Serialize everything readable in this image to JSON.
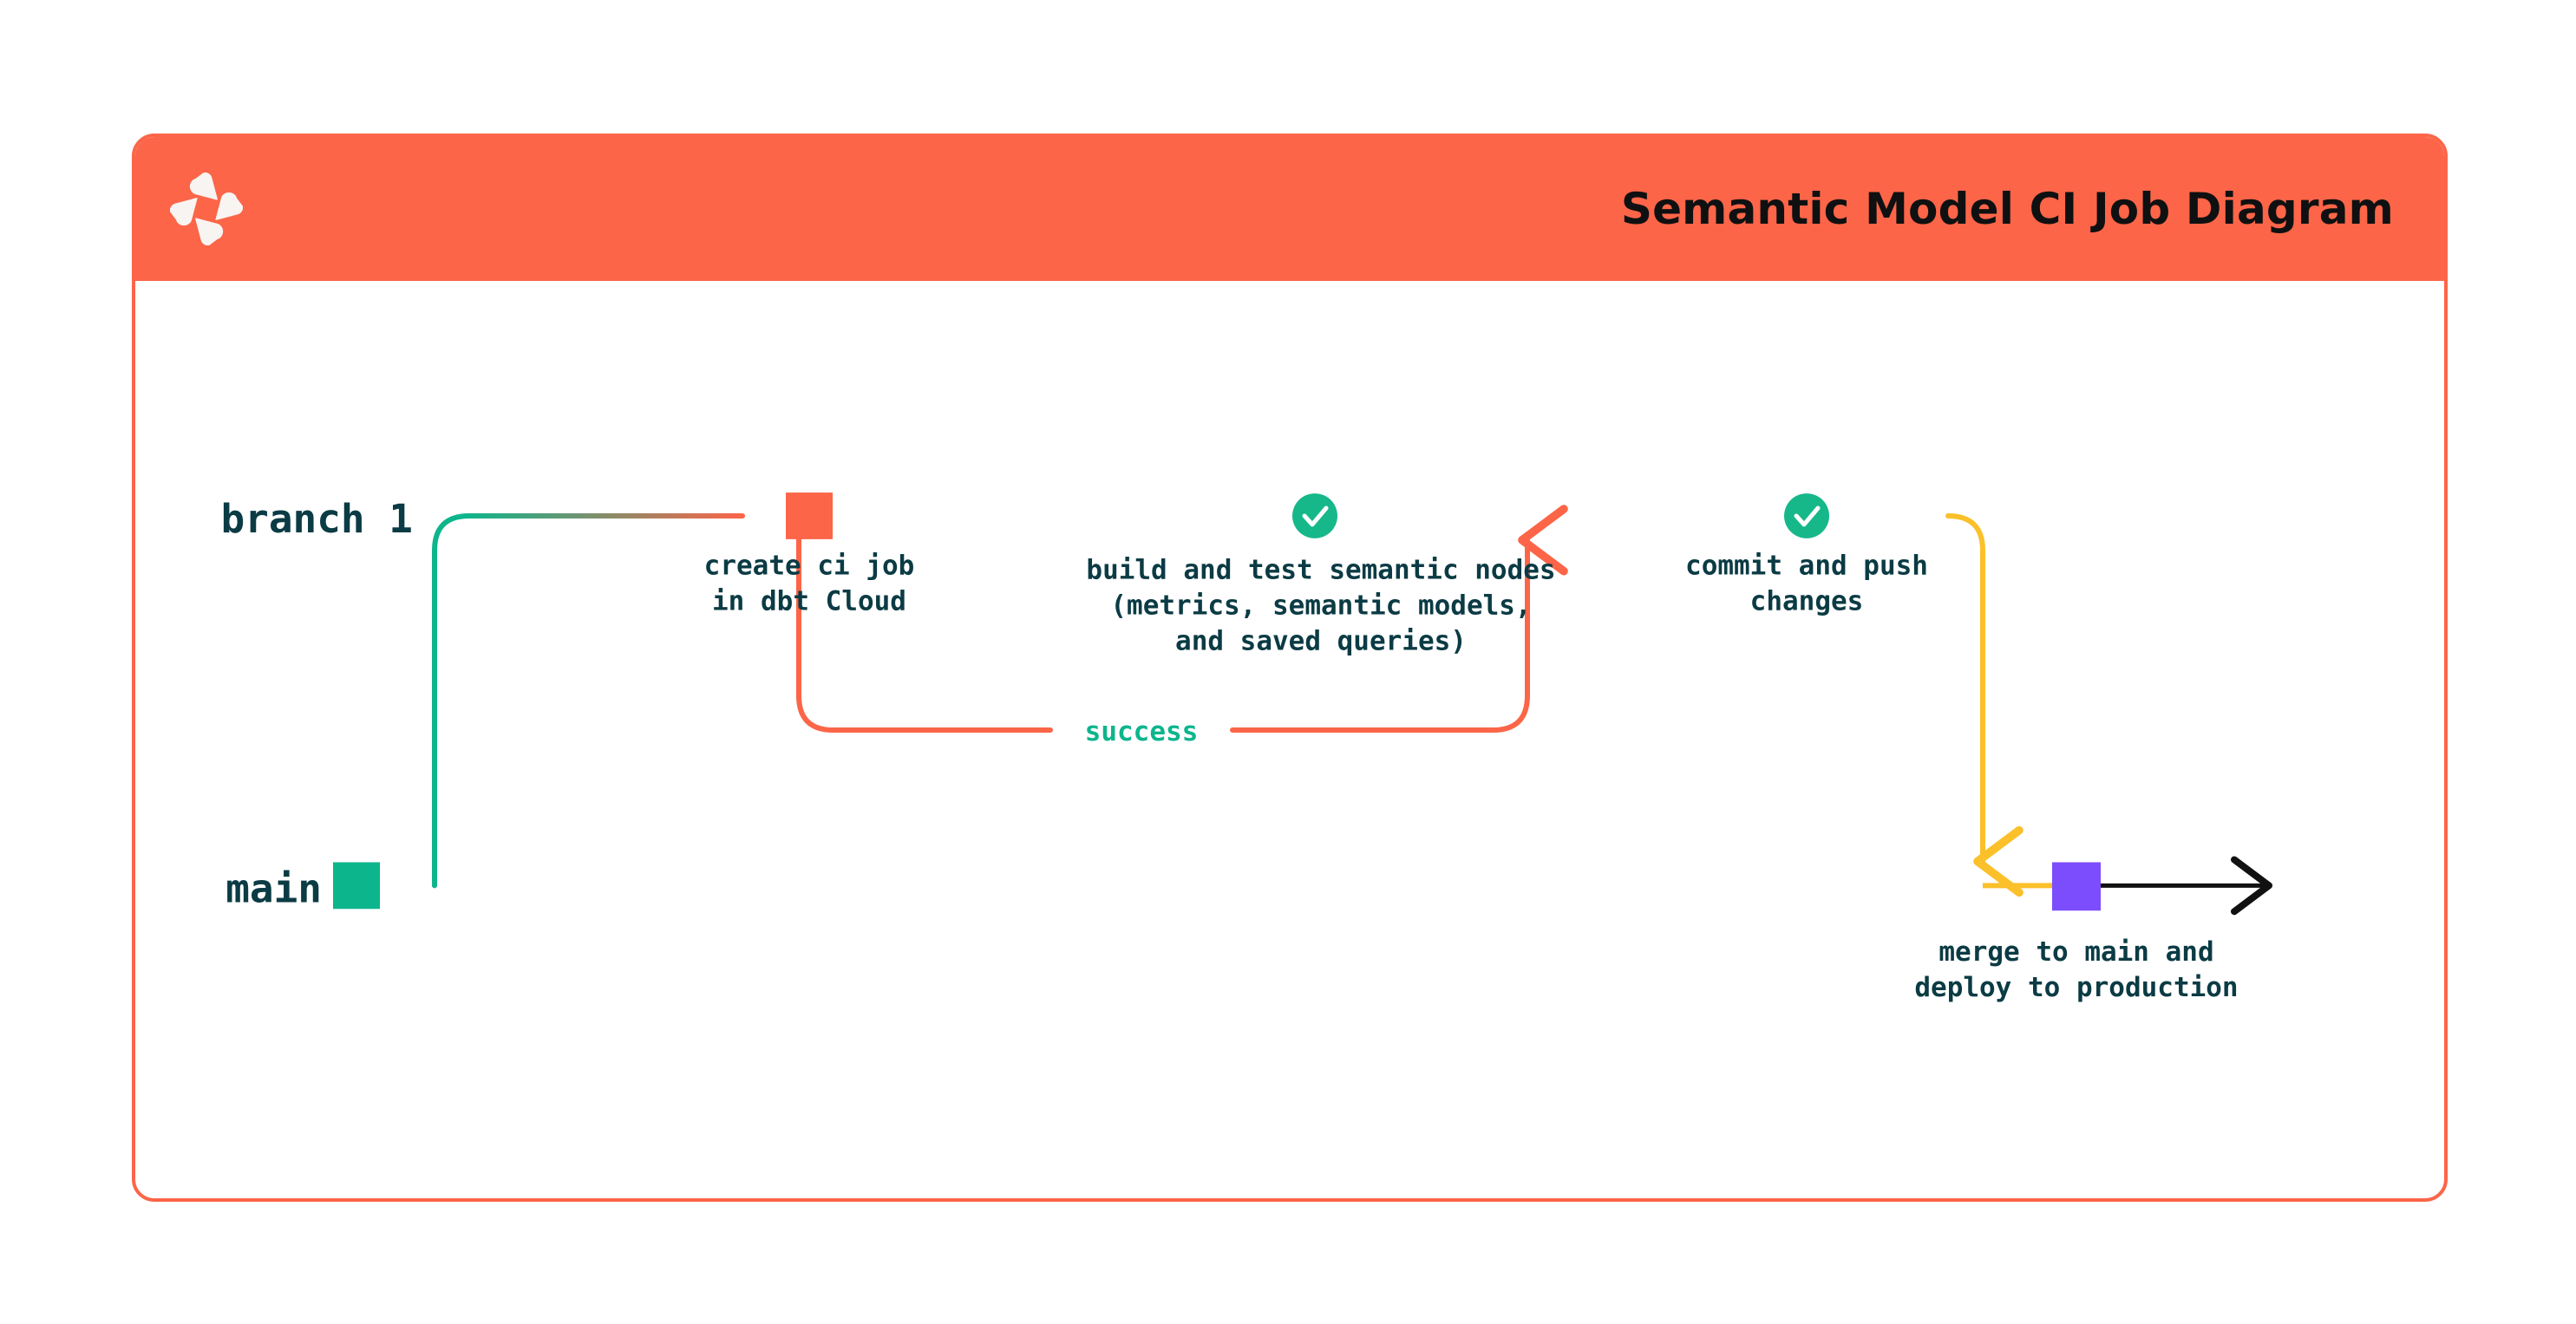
{
  "header": {
    "title": "Semantic Model CI Job Diagram",
    "logo_icon": "dbt-logo-icon",
    "background_color": "#FC6548"
  },
  "colors": {
    "accent_orange": "#FC6548",
    "teal": "#0DB58C",
    "green_success": "#16B88A",
    "yellow": "#FBC02A",
    "purple": "#7C4DFC",
    "text_navy": "#0B3B44",
    "black_arrow": "#111111"
  },
  "diagram": {
    "type": "git-branch-flow",
    "lanes": [
      {
        "id": "branch1",
        "label": "branch 1",
        "color": "#FC6548"
      },
      {
        "id": "main",
        "label": "main",
        "color": "#0DB58C"
      }
    ],
    "nodes": [
      {
        "id": "create-ci-job",
        "lane": "branch1",
        "marker": "square",
        "marker_color": "#FC6548",
        "caption": [
          "create ci job",
          "in dbt Cloud"
        ]
      },
      {
        "id": "build-and-test",
        "lane": "branch1",
        "marker": "check-circle",
        "marker_color": "#16B88A",
        "caption": [
          "build and test semantic nodes",
          "(metrics, semantic models,",
          "and saved queries)"
        ]
      },
      {
        "id": "commit-and-push",
        "lane": "branch1",
        "marker": "check-circle",
        "marker_color": "#16B88A",
        "caption": [
          "commit and push",
          "changes"
        ]
      },
      {
        "id": "merge-to-main",
        "lane": "main",
        "marker": "square",
        "marker_color": "#7C4DFC",
        "caption": [
          "merge to main and",
          "deploy to production"
        ]
      }
    ],
    "edges": [
      {
        "id": "success-loop",
        "label": "success",
        "color": "#FC6548",
        "label_color": "#0DB58C"
      },
      {
        "id": "merge-down",
        "label": "",
        "color": "#FBC02A"
      },
      {
        "id": "main-continue",
        "label": "",
        "color": "#111111"
      }
    ]
  }
}
